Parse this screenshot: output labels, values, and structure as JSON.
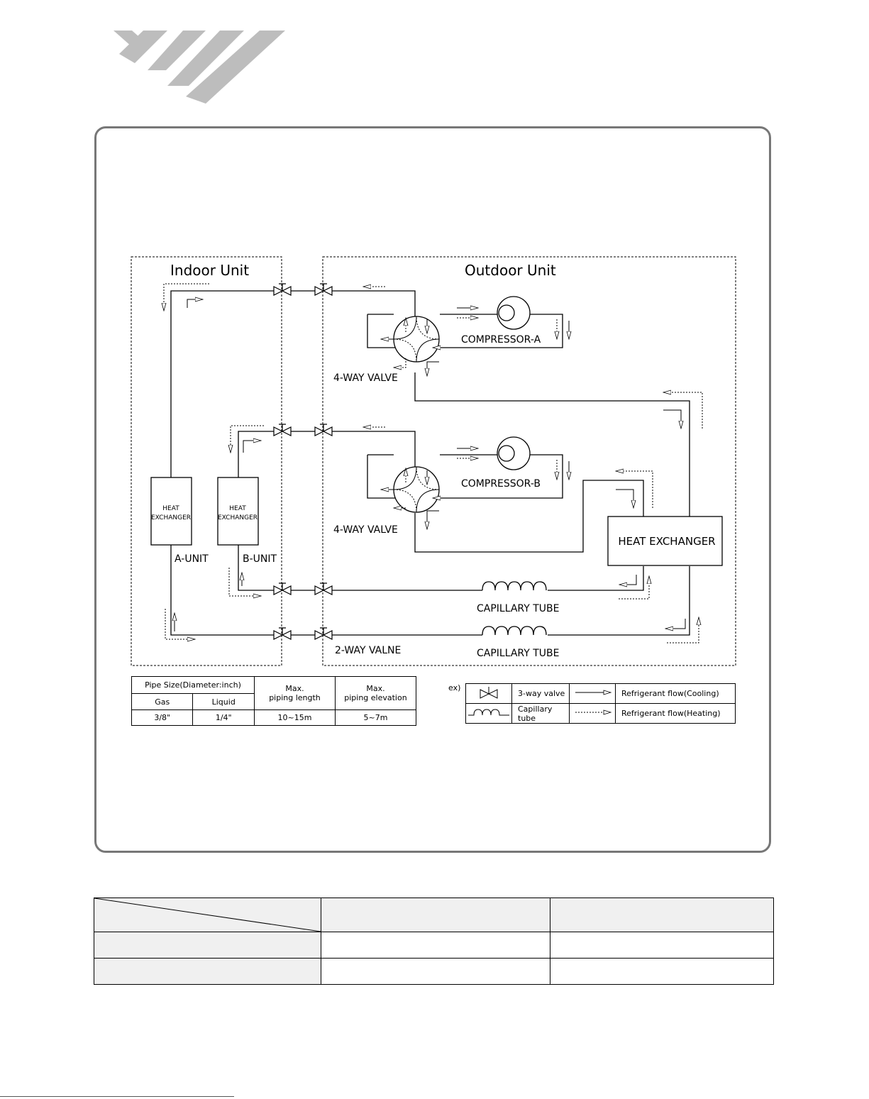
{
  "diagram": {
    "indoor_title": "Indoor Unit",
    "outdoor_title": "Outdoor Unit",
    "compressor_a": "COMPRESSOR-A",
    "compressor_b": "COMPRESSOR-B",
    "four_way_valve": "4-WAY VALVE",
    "indoor_hx_line1": "HEAT",
    "indoor_hx_line2": "EXCHANGER",
    "a_unit": "A-UNIT",
    "b_unit": "B-UNIT",
    "outdoor_hx": "HEAT EXCHANGER",
    "capillary_tube": "CAPILLARY TUBE",
    "two_way_valve": "2-WAY VALNE"
  },
  "pipe_table": {
    "pipe_size_header": "Pipe Size(Diameter:inch)",
    "gas_header": "Gas",
    "liquid_header": "Liquid",
    "max_length_header_1": "Max.",
    "max_length_header_2": "piping length",
    "max_elev_header_1": "Max.",
    "max_elev_header_2": "piping elevation",
    "gas_value": "3/8\"",
    "liquid_value": "1/4\"",
    "max_length_value": "10~15m",
    "max_elev_value": "5~7m"
  },
  "legend": {
    "prefix": "ex)",
    "three_way_valve": "3-way valve",
    "capillary_tube": "Capillary tube",
    "flow_cooling": "Refrigerant flow(Cooling)",
    "flow_heating": "Refrigerant flow(Heating)"
  },
  "colors": {
    "stripe": "#bdbdbd",
    "frame_border": "#777777",
    "table_header_bg": "#f0f0f0"
  }
}
